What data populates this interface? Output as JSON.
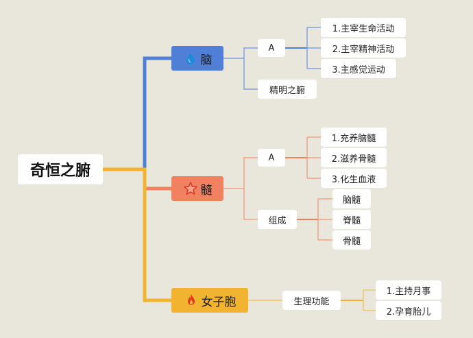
{
  "root": {
    "label": "奇恒之腑"
  },
  "colors": {
    "background": "#e9e6dc",
    "brain": "#4f7fd6",
    "brain_line": "#7fa3e6",
    "marrow": "#f08262",
    "marrow_line": "#f1a084",
    "uterus": "#f2b430",
    "uterus_line": "#f3c56a"
  },
  "branches": {
    "brain": {
      "label": "脑",
      "icon": "drop-icon",
      "a": {
        "label": "A",
        "items": [
          "1.主宰生命活动",
          "2.主宰精神活动",
          "3.主感觉运动"
        ]
      },
      "b": {
        "label": "精明之腑"
      }
    },
    "marrow": {
      "label": "髓",
      "icon": "star-icon",
      "a": {
        "label": "A",
        "items": [
          "1.充养脑髓",
          "2.滋养骨髓",
          "3.化生血液"
        ]
      },
      "b": {
        "label": "组成",
        "items": [
          "脑髓",
          "脊髓",
          "骨髓"
        ]
      }
    },
    "uterus": {
      "label": "女子胞",
      "icon": "fire-icon",
      "a": {
        "label": "生理功能",
        "items": [
          "1.主持月事",
          "2.孕育胎儿"
        ]
      }
    }
  }
}
